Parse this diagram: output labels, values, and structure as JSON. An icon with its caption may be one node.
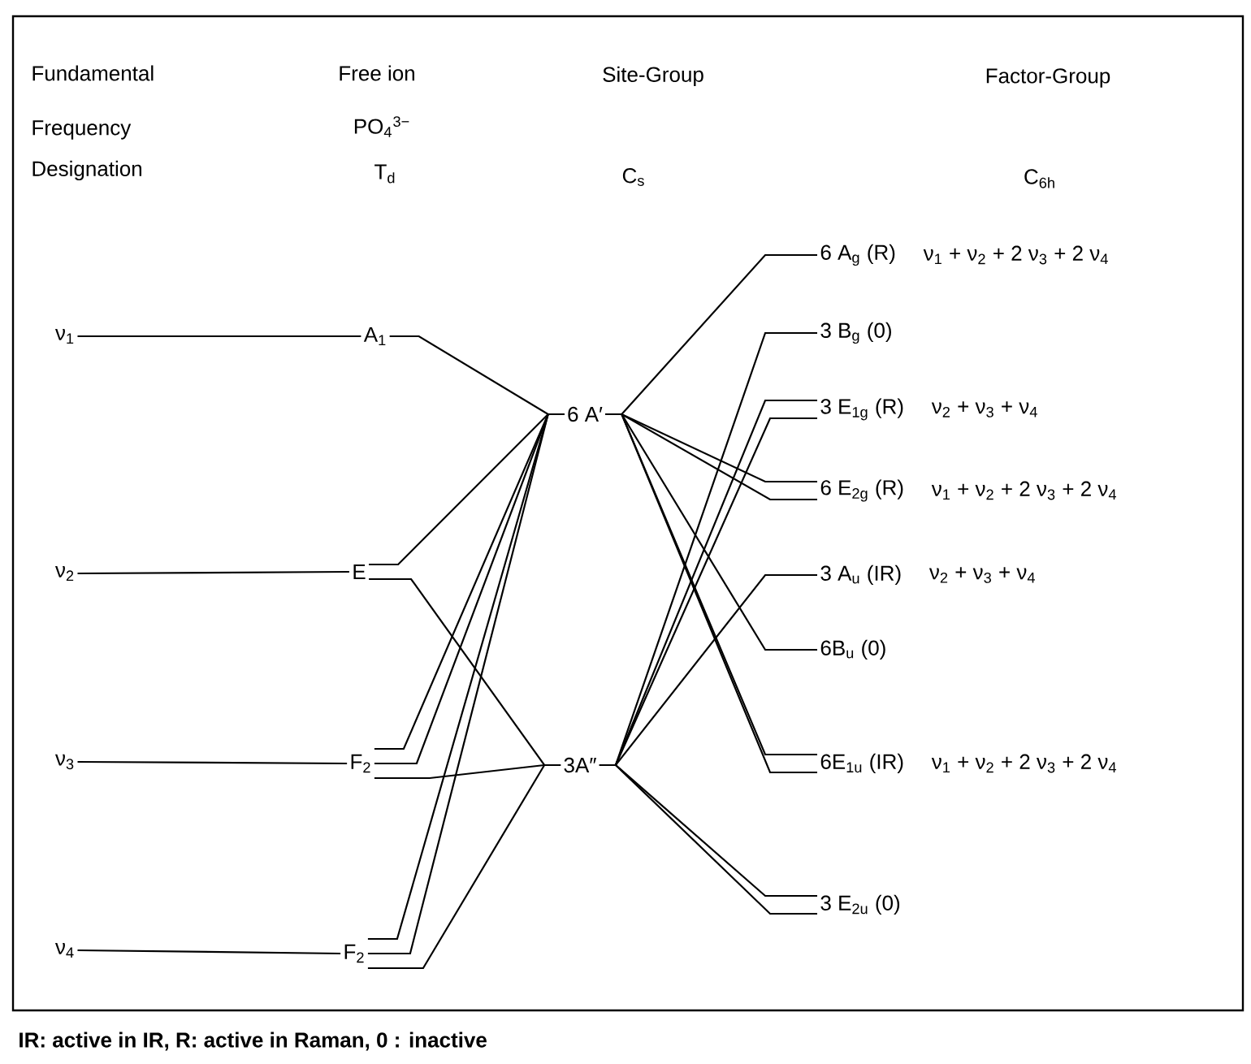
{
  "diagram": {
    "caption": "IR: active in IR, R: active in Raman, 0 : inactive",
    "nodes": [
      {
        "text": [
          "ν$_{1}$"
        ]
      },
      {
        "text": [
          "ν$_{2}$"
        ]
      },
      {
        "text": [
          "ν$_{3}$"
        ]
      },
      {
        "text": [
          "ν$_{4}$"
        ]
      },
      {
        "text": [
          "A$_{1}$"
        ]
      },
      {
        "text": [
          "E"
        ]
      },
      {
        "text": [
          "F$_{2}$"
        ]
      },
      {
        "text": [
          "F$_{2}$"
        ]
      },
      {
        "text": [
          "6 A′"
        ]
      },
      {
        "text": [
          "3A″"
        ]
      },
      {
        "text": [
          "6 A$_{g}$ (R)"
        ],
        "beside": [
          "ν$_{1}$ + ν$_{2}$ + 2 ν$_{3}$ + 2 ν$_{4}$"
        ]
      },
      {
        "text": [
          "3 B$_{g}$ (0)"
        ]
      },
      {
        "text": [
          "3 E$_{1g}$ (R)"
        ],
        "beside": [
          "ν$_{2}$ + ν$_{3}$ + ν$_{4}$"
        ]
      },
      {
        "text": [
          "6 E$_{2g}$ (R)"
        ],
        "beside": [
          "ν$_{1}$ + ν$_{2}$ + 2 ν$_{3}$ + 2 ν$_{4}$"
        ]
      },
      {
        "text": [
          "3 A$_{u}$ (IR)"
        ],
        "beside": [
          "ν$_{2}$ + ν$_{3}$ + ν$_{4}$"
        ]
      },
      {
        "text": [
          "6B$_{u}$ (0)"
        ]
      },
      {
        "text": [
          "6E$_{1u}$ (IR)"
        ],
        "beside": [
          "ν$_{1}$ + ν$_{2}$ + 2 ν$_{3}$ + 2 ν$_{4}$"
        ]
      },
      {
        "text": [
          "3 E$_{2u}$ (0)"
        ]
      }
    ],
    "edges": [
      {
        "from": 0,
        "to": 4,
        "arrow": "none"
      },
      {
        "from": 1,
        "to": 5,
        "arrow": "none"
      },
      {
        "from": 2,
        "to": 6,
        "arrow": "none"
      },
      {
        "from": 3,
        "to": 7,
        "arrow": "none"
      },
      {
        "from": 4,
        "to": 8,
        "arrow": "none"
      },
      {
        "from": 5,
        "to": 8,
        "arrow": "none"
      },
      {
        "from": 5,
        "to": 9,
        "arrow": "none"
      },
      {
        "from": 6,
        "to": 8,
        "arrow": "none"
      },
      {
        "from": 6,
        "to": 8,
        "arrow": "none"
      },
      {
        "from": 6,
        "to": 9,
        "arrow": "none"
      },
      {
        "from": 7,
        "to": 8,
        "arrow": "none"
      },
      {
        "from": 7,
        "to": 8,
        "arrow": "none"
      },
      {
        "from": 7,
        "to": 9,
        "arrow": "none"
      },
      {
        "from": 8,
        "to": 10,
        "arrow": "none"
      },
      {
        "from": 9,
        "to": 11,
        "arrow": "none"
      },
      {
        "from": 9,
        "to": 12,
        "arrow": "none"
      },
      {
        "from": 9,
        "to": 12,
        "arrow": "none"
      },
      {
        "from": 8,
        "to": 13,
        "arrow": "none"
      },
      {
        "from": 8,
        "to": 13,
        "arrow": "none"
      },
      {
        "from": 9,
        "to": 14,
        "arrow": "none"
      },
      {
        "from": 8,
        "to": 15,
        "arrow": "none"
      },
      {
        "from": 8,
        "to": 16,
        "arrow": "none"
      },
      {
        "from": 8,
        "to": 16,
        "arrow": "none"
      },
      {
        "from": 9,
        "to": 17,
        "arrow": "none"
      },
      {
        "from": 9,
        "to": 17,
        "arrow": "none"
      }
    ],
    "labels": [
      "Fundamental",
      "Free ion",
      "Site-Group",
      "Factor-Group",
      "Frequency",
      "PO$_{4}$$^{3−}$",
      "Designation",
      "T$_{d}$",
      "C$_{s}$",
      "C$_{6h}$"
    ]
  }
}
